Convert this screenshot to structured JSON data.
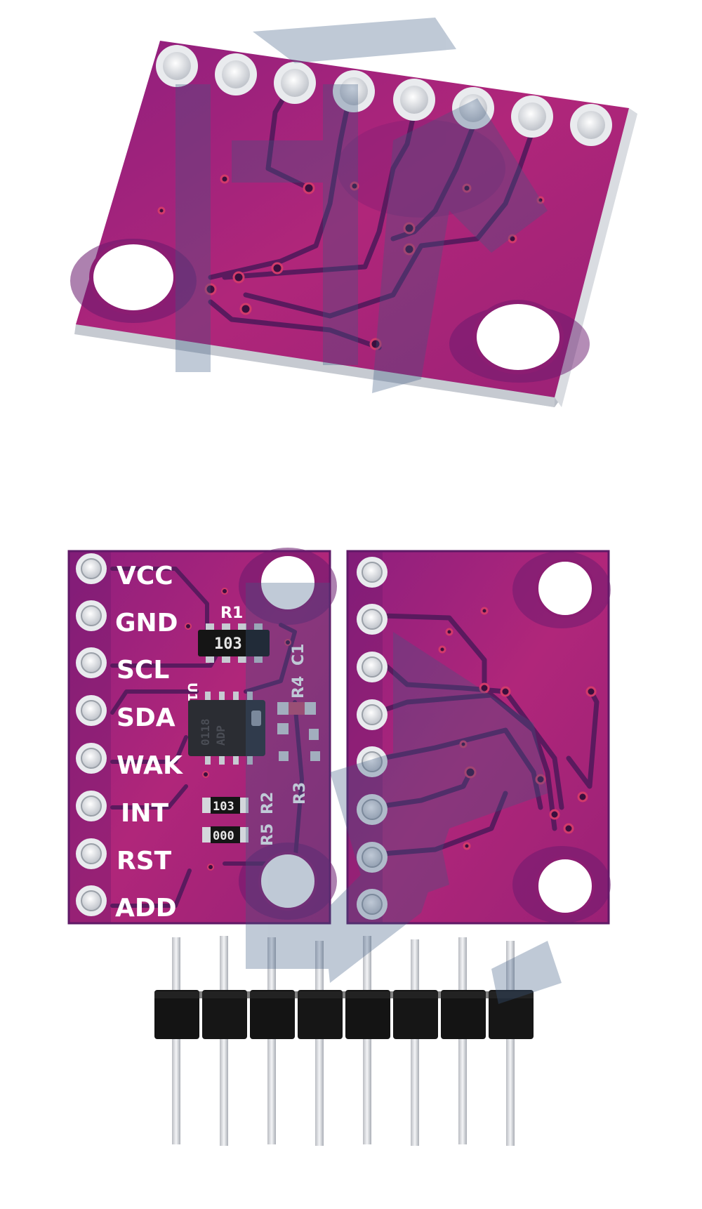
{
  "colors": {
    "pcb": "#a8237a",
    "pcb_dark": "#6a1a6e",
    "pcb_edge": "#d9dde3",
    "trace": "#5a1a5e",
    "pad": "#e7e9ee",
    "watermark": "#3c5a82",
    "header_plastic": "#141414",
    "header_pin": "#d6d8dc"
  },
  "front_board": {
    "pin_labels": [
      "VCC",
      "GND",
      "SCL",
      "SDA",
      "WAK",
      "INT",
      "RST",
      "ADD"
    ],
    "component_labels": {
      "r1": "R1",
      "c1": "C1",
      "r4": "R4",
      "r3": "R3",
      "r2": "R2",
      "r5": "R5",
      "u1": "U1"
    },
    "chip_markings": {
      "resistor_array": "103",
      "resistor_r2": "103",
      "resistor_r5": "000",
      "ic_line1": "0118",
      "ic_line2": "ADP"
    }
  },
  "header": {
    "pin_count": 8
  }
}
